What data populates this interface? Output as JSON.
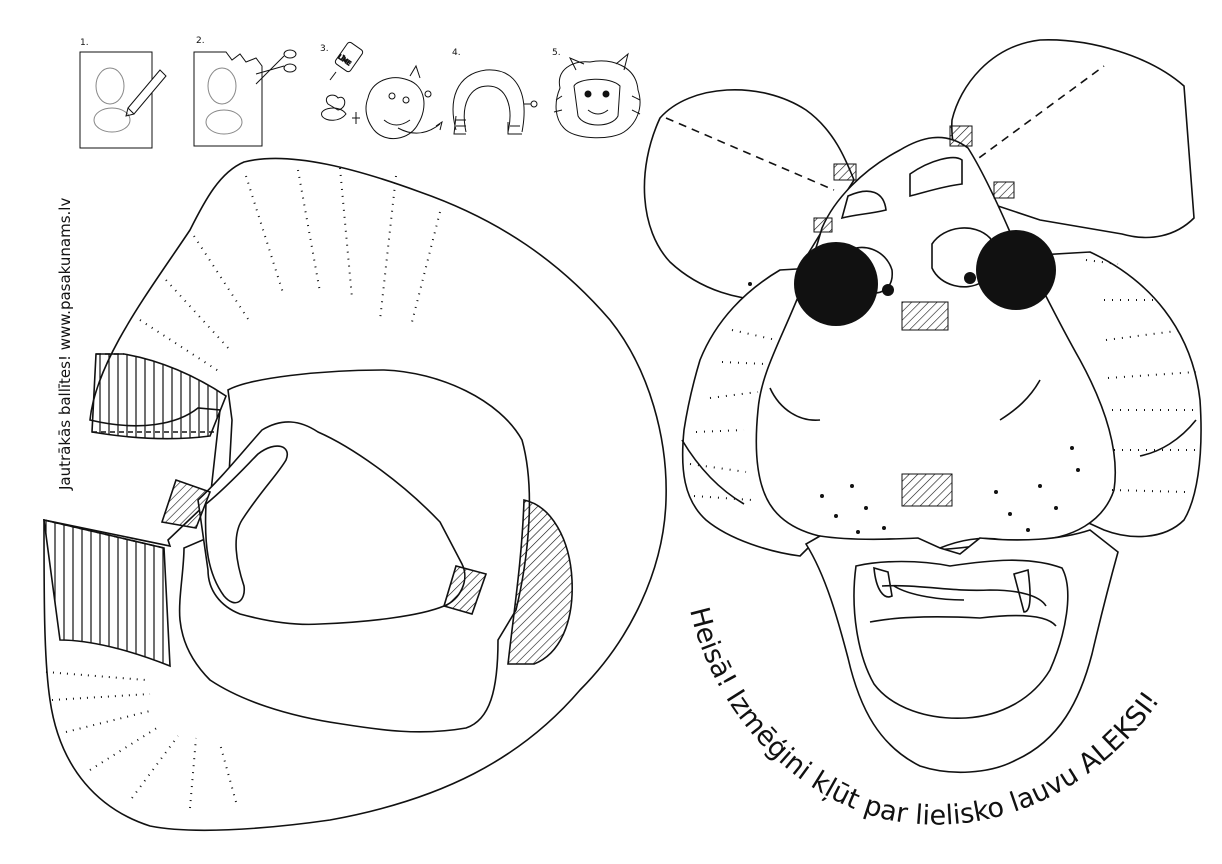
{
  "sidebar_text": "Jautrākās ballītes! www.pasakunams.lv",
  "steps": [
    {
      "number": "1.",
      "icon": "pencil-trace-icon"
    },
    {
      "number": "2.",
      "icon": "scissors-cut-icon"
    },
    {
      "number": "3.",
      "icon": "glue-assemble-icon"
    },
    {
      "number": "4.",
      "icon": "mane-fold-icon"
    },
    {
      "number": "5.",
      "icon": "finished-mask-icon"
    }
  ],
  "glue_label": "LĪME",
  "headline": "Heisā! Izmēģini kļūt par lielisko lauvu ALEKSI!",
  "colors": {
    "ink": "#111111",
    "paper": "#ffffff"
  }
}
